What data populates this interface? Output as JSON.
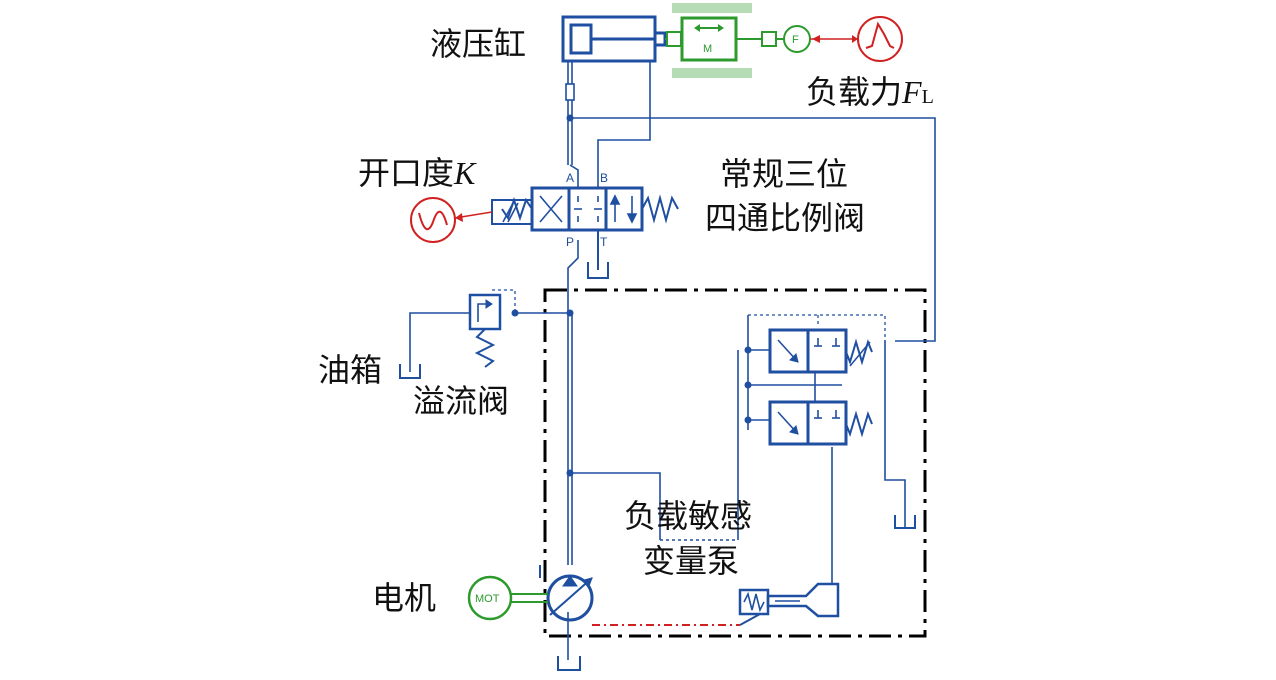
{
  "labels": {
    "cylinder": "液压缸",
    "load_force": "负载力",
    "load_force_symbol": "F",
    "load_force_subscript": "L",
    "opening": "开口度",
    "opening_symbol": "K",
    "valve_line1": "常规三位",
    "valve_line2": "四通比例阀",
    "tank": "油箱",
    "relief_valve": "溢流阀",
    "pump_line1": "负载敏感",
    "pump_line2": "变量泵",
    "motor": "电机"
  },
  "ports": {
    "a": "A",
    "b": "B",
    "p": "P",
    "t": "T"
  },
  "blocks": {
    "mass": "M",
    "force": "F",
    "motor": "MOT"
  },
  "colors": {
    "hydraulic": "#1f4fa0",
    "mechanical": "#2c9a2c",
    "signal": "#d02020",
    "boundary": "#000000"
  }
}
